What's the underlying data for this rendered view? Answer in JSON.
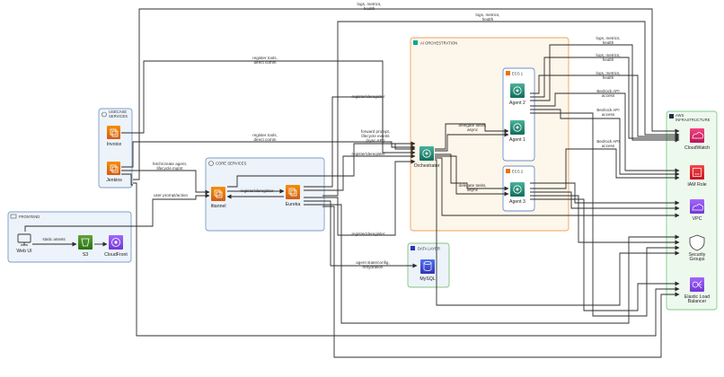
{
  "groups": {
    "usecase": {
      "title_line1": "USECASE",
      "title_line2": "SERVICES"
    },
    "frontend": {
      "title": "FRONTEND"
    },
    "core": {
      "title": "CORE SERVICES"
    },
    "ai": {
      "title": "AI ORCHESTRATION"
    },
    "ecs1": {
      "title": "ECS 1"
    },
    "ecs2": {
      "title": "ECS 2"
    },
    "data": {
      "title": "DATA LAYER"
    },
    "aws": {
      "title_line1": "AWS",
      "title_line2": "INFRASTRUCTURE"
    }
  },
  "nodes": {
    "invoice": "Invoice",
    "jenkins": "Jenkins",
    "webui": "Web UI",
    "s3": "S3",
    "cloudfront": "CloudFront",
    "ittannel": "Ittannel",
    "eureka": "Eureka",
    "orchestrator": "Orchestrator",
    "agent1": "Agent 1",
    "agent2": "Agent 2",
    "agent3": "Agent 3",
    "mysql": "MySQL",
    "cloudwatch": "CloudWatch",
    "iam": "IAM Role",
    "vpc": "VPC",
    "sg_line1": "Security",
    "sg_line2": "Groups",
    "elb_line1": "Elastic Load",
    "elb_line2": "Balancer"
  },
  "edge_labels": {
    "logs_top_1": "logs, metrics,",
    "logs_top_2": "health",
    "logs_top2_1": "logs, metrics,",
    "logs_top2_2": "health",
    "register_tools_a1": "register tools,",
    "register_tools_a2": "direct comm",
    "register_tools_b1": "register tools,",
    "register_tools_b2": "direct comm",
    "register_dereg_1": "register/deregister",
    "register_dereg_2": "register/deregister",
    "register_dereg_3": "register/deregister",
    "register_dereg_4": "register/deregister",
    "forward_1": "forward prompt,",
    "forward_2": "lifecycle events",
    "forward_3": "(sync API)",
    "delegate_a1": "delegate tasks,",
    "delegate_a2": "async",
    "delegate_b1": "delegate tasks,",
    "delegate_b2": "async",
    "fetch_1": "fetch/create agent,",
    "fetch_2": "lifecycle mgmt",
    "user_prompt": "user prompt/action",
    "static_assets": "static assets",
    "agent_state_1": "agent state/config,",
    "agent_state_2": "rehydration",
    "logs_r1_1": "logs, metrics,",
    "logs_r1_2": "health",
    "logs_r2_1": "logs, metrics,",
    "logs_r2_2": "health",
    "logs_r3_1": "logs, metrics,",
    "logs_r3_2": "health",
    "bedrock_a1": "Bedrock API",
    "bedrock_a2": "access",
    "bedrock_b1": "Bedrock API",
    "bedrock_b2": "access",
    "bedrock_c1": "Bedrock API",
    "bedrock_c2": "access"
  },
  "colors": {
    "compute_orange": "#ed7100",
    "ai_green": "#01a88d",
    "cloudfront_purple": "#8c4fff",
    "s3_green": "#3f8624",
    "database_blue": "#3334b9",
    "monitoring_pink": "#e7157b",
    "security_red": "#dd344c"
  }
}
